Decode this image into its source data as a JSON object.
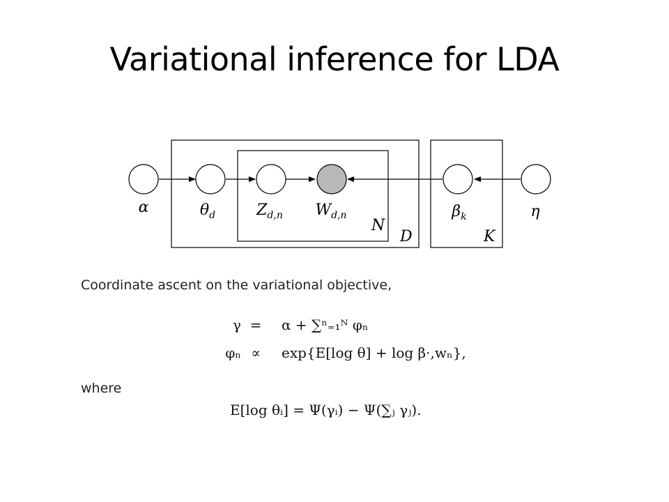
{
  "slide": {
    "title": "Variational inference for LDA"
  },
  "diagram": {
    "nodes": {
      "alpha": "α",
      "theta": "θ",
      "theta_sub": "d",
      "z": "Z",
      "z_sub": "d,n",
      "w": "W",
      "w_sub": "d,n",
      "beta": "β",
      "beta_sub": "k",
      "eta": "η"
    },
    "plates": {
      "n": "N",
      "d": "D",
      "k": "K"
    },
    "observed_color": "#b8b8b8"
  },
  "text": {
    "intro": "Coordinate ascent on the variational objective,",
    "where": "where",
    "eq1_lhs": "γ",
    "eq1_op": "=",
    "eq1_rhs": "α + ∑ⁿ₌₁ᴺ φₙ",
    "eq2_lhs": "φₙ",
    "eq2_op": "∝",
    "eq2_rhs": "exp{E[log θ] + log β·,wₙ},",
    "eq3": "E[log θᵢ] = Ψ(γᵢ) − Ψ(∑ⱼ γⱼ)."
  }
}
